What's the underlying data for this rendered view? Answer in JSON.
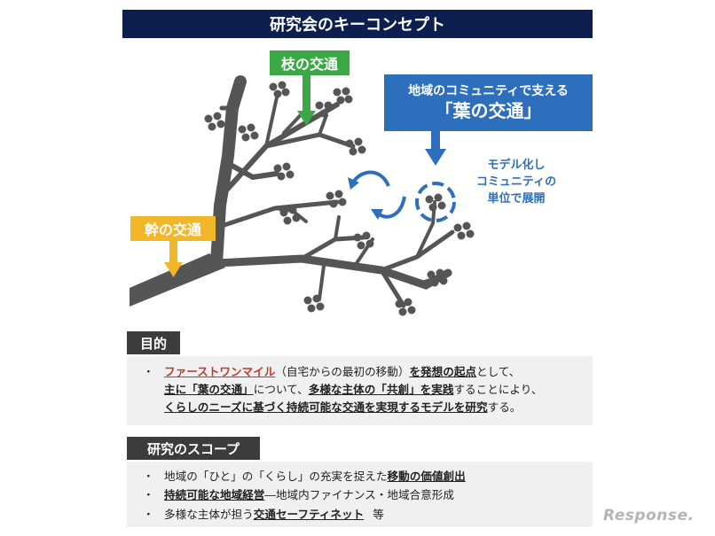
{
  "title": "研究会のキーコンセプト",
  "labels": {
    "branch": "枝の交通",
    "trunk": "幹の交通",
    "leaf_line1": "地域のコミュニティで支える",
    "leaf_line2": "「葉の交通」",
    "model_line1": "モデル化し",
    "model_line2": "コミュニティの",
    "model_line3": "単位で展開"
  },
  "colors": {
    "title_bg": "#0d1f4e",
    "branch": "#3aa845",
    "trunk": "#f2b62a",
    "leaf": "#2e6fbd",
    "tree": "#555555",
    "emphasis": "#c0392b"
  },
  "purpose": {
    "heading": "目的",
    "bullet": "・",
    "l1_a": "ファーストワンマイル",
    "l1_b": "（自宅からの最初の移動）",
    "l1_c": "を発想の起点",
    "l1_d": "として、",
    "l2_a": "主に「葉の交通」",
    "l2_b": "について、",
    "l2_c": "多様な主体の「共創」を実践",
    "l2_d": "することにより、",
    "l3_a": "くらしのニーズに基づく持続可能な交通を実現するモデルを研究",
    "l3_b": "する。"
  },
  "scope": {
    "heading": "研究のスコープ",
    "bullet": "・",
    "i1_a": "地域の「ひと」の「くらし」の充実を捉えた",
    "i1_b": "移動の価値創出",
    "i2_a": "持続可能な地域経営",
    "i2_b": "―地域内ファイナンス・地域合意形成",
    "i3_a": "多様な主体が担う",
    "i3_b": "交通セーフティネット",
    "i3_c": "等"
  },
  "watermark": "Response."
}
